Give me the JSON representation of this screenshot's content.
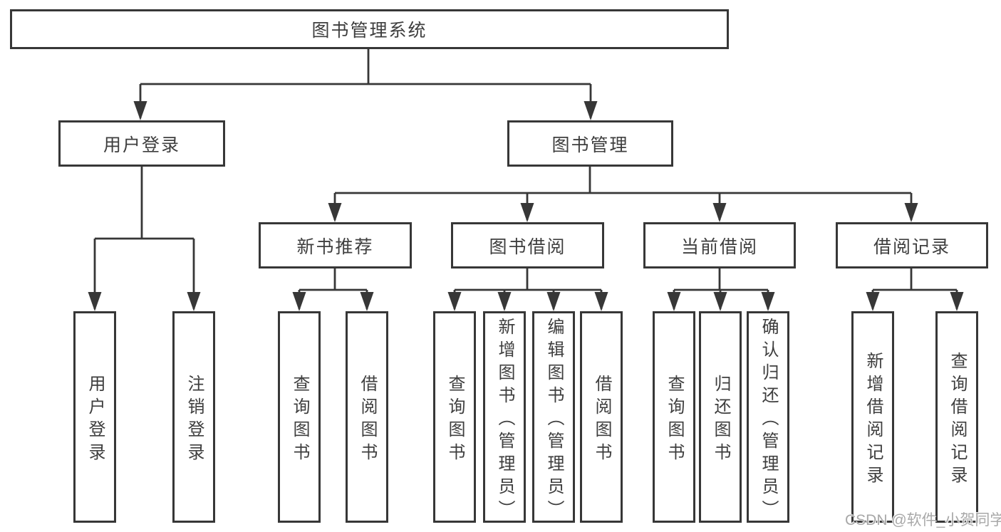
{
  "tree": {
    "label": "图书管理系统",
    "children": [
      {
        "label": "用户登录",
        "children": [
          {
            "label": "用户登录"
          },
          {
            "label": "注销登录"
          }
        ]
      },
      {
        "label": "图书管理",
        "children": [
          {
            "label": "新书推荐",
            "children": [
              {
                "label": "查询图书"
              },
              {
                "label": "借阅图书"
              }
            ]
          },
          {
            "label": "图书借阅",
            "children": [
              {
                "label": "查询图书"
              },
              {
                "label": "新增图书（管理员）"
              },
              {
                "label": "编辑图书（管理员）"
              },
              {
                "label": "借阅图书"
              }
            ]
          },
          {
            "label": "当前借阅",
            "children": [
              {
                "label": "查询图书"
              },
              {
                "label": "归还图书"
              },
              {
                "label": "确认归还（管理员）"
              }
            ]
          },
          {
            "label": "借阅记录",
            "children": [
              {
                "label": "新增借阅记录"
              },
              {
                "label": "查询借阅记录"
              }
            ]
          }
        ]
      }
    ]
  },
  "watermark": {
    "text": "CSDN @软件_小贺同学"
  },
  "colors": {
    "line": "#373737",
    "box_border": "#373737",
    "text": "#3e3e3e",
    "background": "#ffffff",
    "watermark": "#a8a8a8"
  }
}
